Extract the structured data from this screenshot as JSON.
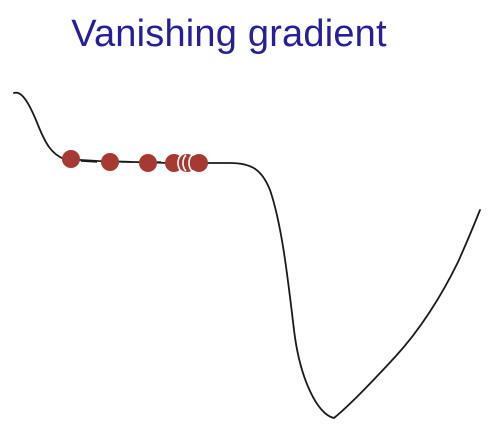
{
  "title": "Vanishing gradient",
  "colors": {
    "title": "#25209a",
    "curve": "#1a1a1a",
    "ball": "#a63a32"
  },
  "diagram": {
    "curve_label": "loss-landscape-curve",
    "ball_count": 6
  }
}
